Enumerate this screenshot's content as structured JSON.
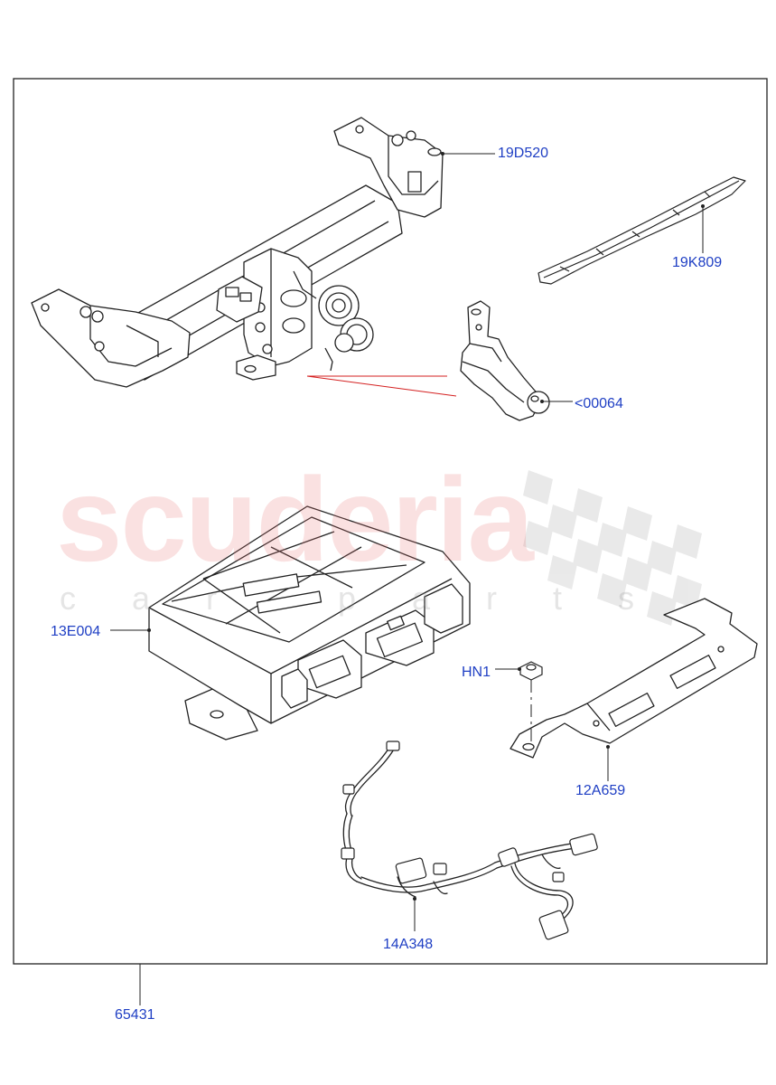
{
  "watermark": {
    "brand": "scuderia",
    "tagline": "car parts"
  },
  "labels": {
    "main_assembly": "65431",
    "tow_bar_frame": "19D520",
    "bumper_trim": "19K809",
    "tow_ball": "<00064",
    "control_module": "13E004",
    "nut": "HN1",
    "bracket": "12A659",
    "wiring_harness": "14A348"
  },
  "colors": {
    "label": "#1f3fc4",
    "line": "#222222",
    "watermark_red": "#e87878",
    "watermark_grey": "#c8c8c8",
    "indicator_red": "#d42020"
  }
}
